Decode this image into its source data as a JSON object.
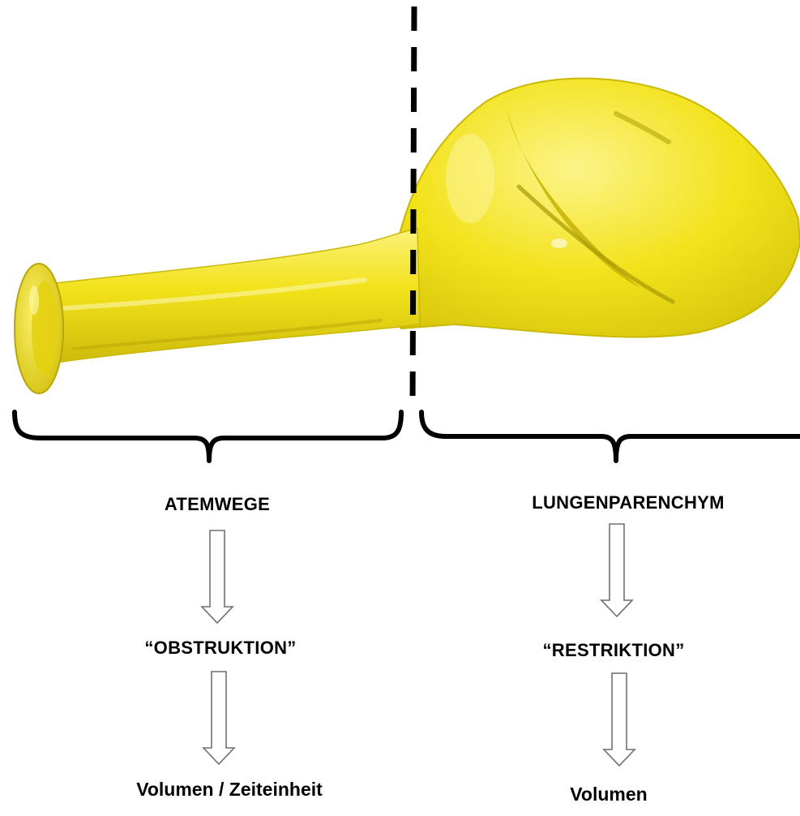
{
  "colors": {
    "balloon": "#f2e21a",
    "balloon_light": "#fbf27a",
    "balloon_shadow": "#c9b808",
    "balloon_dark": "#a99a06",
    "line": "#000000",
    "arrow_fill": "#ffffff",
    "arrow_stroke": "#6f6f6f"
  },
  "left": {
    "region": "ATEMWEGE",
    "condition": "“OBSTRUKTION”",
    "measure": "Volumen  / Zeiteinheit"
  },
  "right": {
    "region": "LUNGENPARENCHYM",
    "condition": "“RESTRIKTION”",
    "measure": "Volumen"
  }
}
